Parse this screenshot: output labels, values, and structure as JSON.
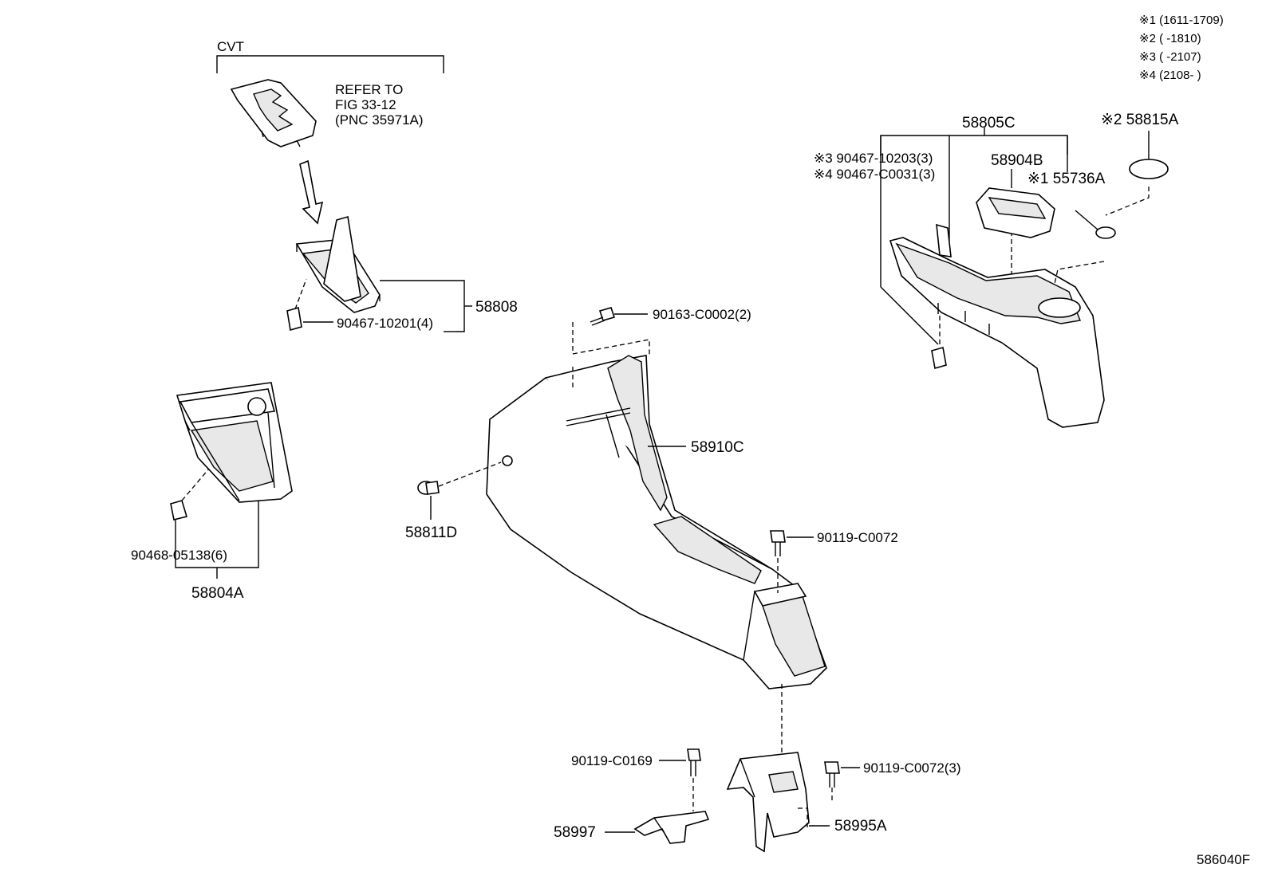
{
  "diagram_id": "586040F",
  "notes": [
    "※1 (1611-1709)",
    "※2 (      -1810)",
    "※3 (      -2107)",
    "※4 (2108-      )"
  ],
  "cvt_group": {
    "title": "CVT",
    "refer_lines": [
      "REFER TO",
      "FIG 33-12",
      "(PNC 35971A)"
    ]
  },
  "labels": {
    "p58808": "58808",
    "p90467_10201": "90467-10201(4)",
    "p90468_05138": "90468-05138(6)",
    "p58804A": "58804A",
    "p90163_C0002": "90163-C0002(2)",
    "p58910C": "58910C",
    "p58811D": "58811D",
    "p90119_C0072": "90119-C0072",
    "p90119_C0169": "90119-C0169",
    "p90119_C0072_3": "90119-C0072(3)",
    "p58997": "58997",
    "p58995A": "58995A",
    "p58805C": "58805C",
    "p58904B": "58904B",
    "p90467_10203": "※3 90467-10203(3)",
    "p90467_C0031": "※4 90467-C0031(3)",
    "p55736A": "※1 55736A",
    "p58815A": "※2 58815A"
  }
}
